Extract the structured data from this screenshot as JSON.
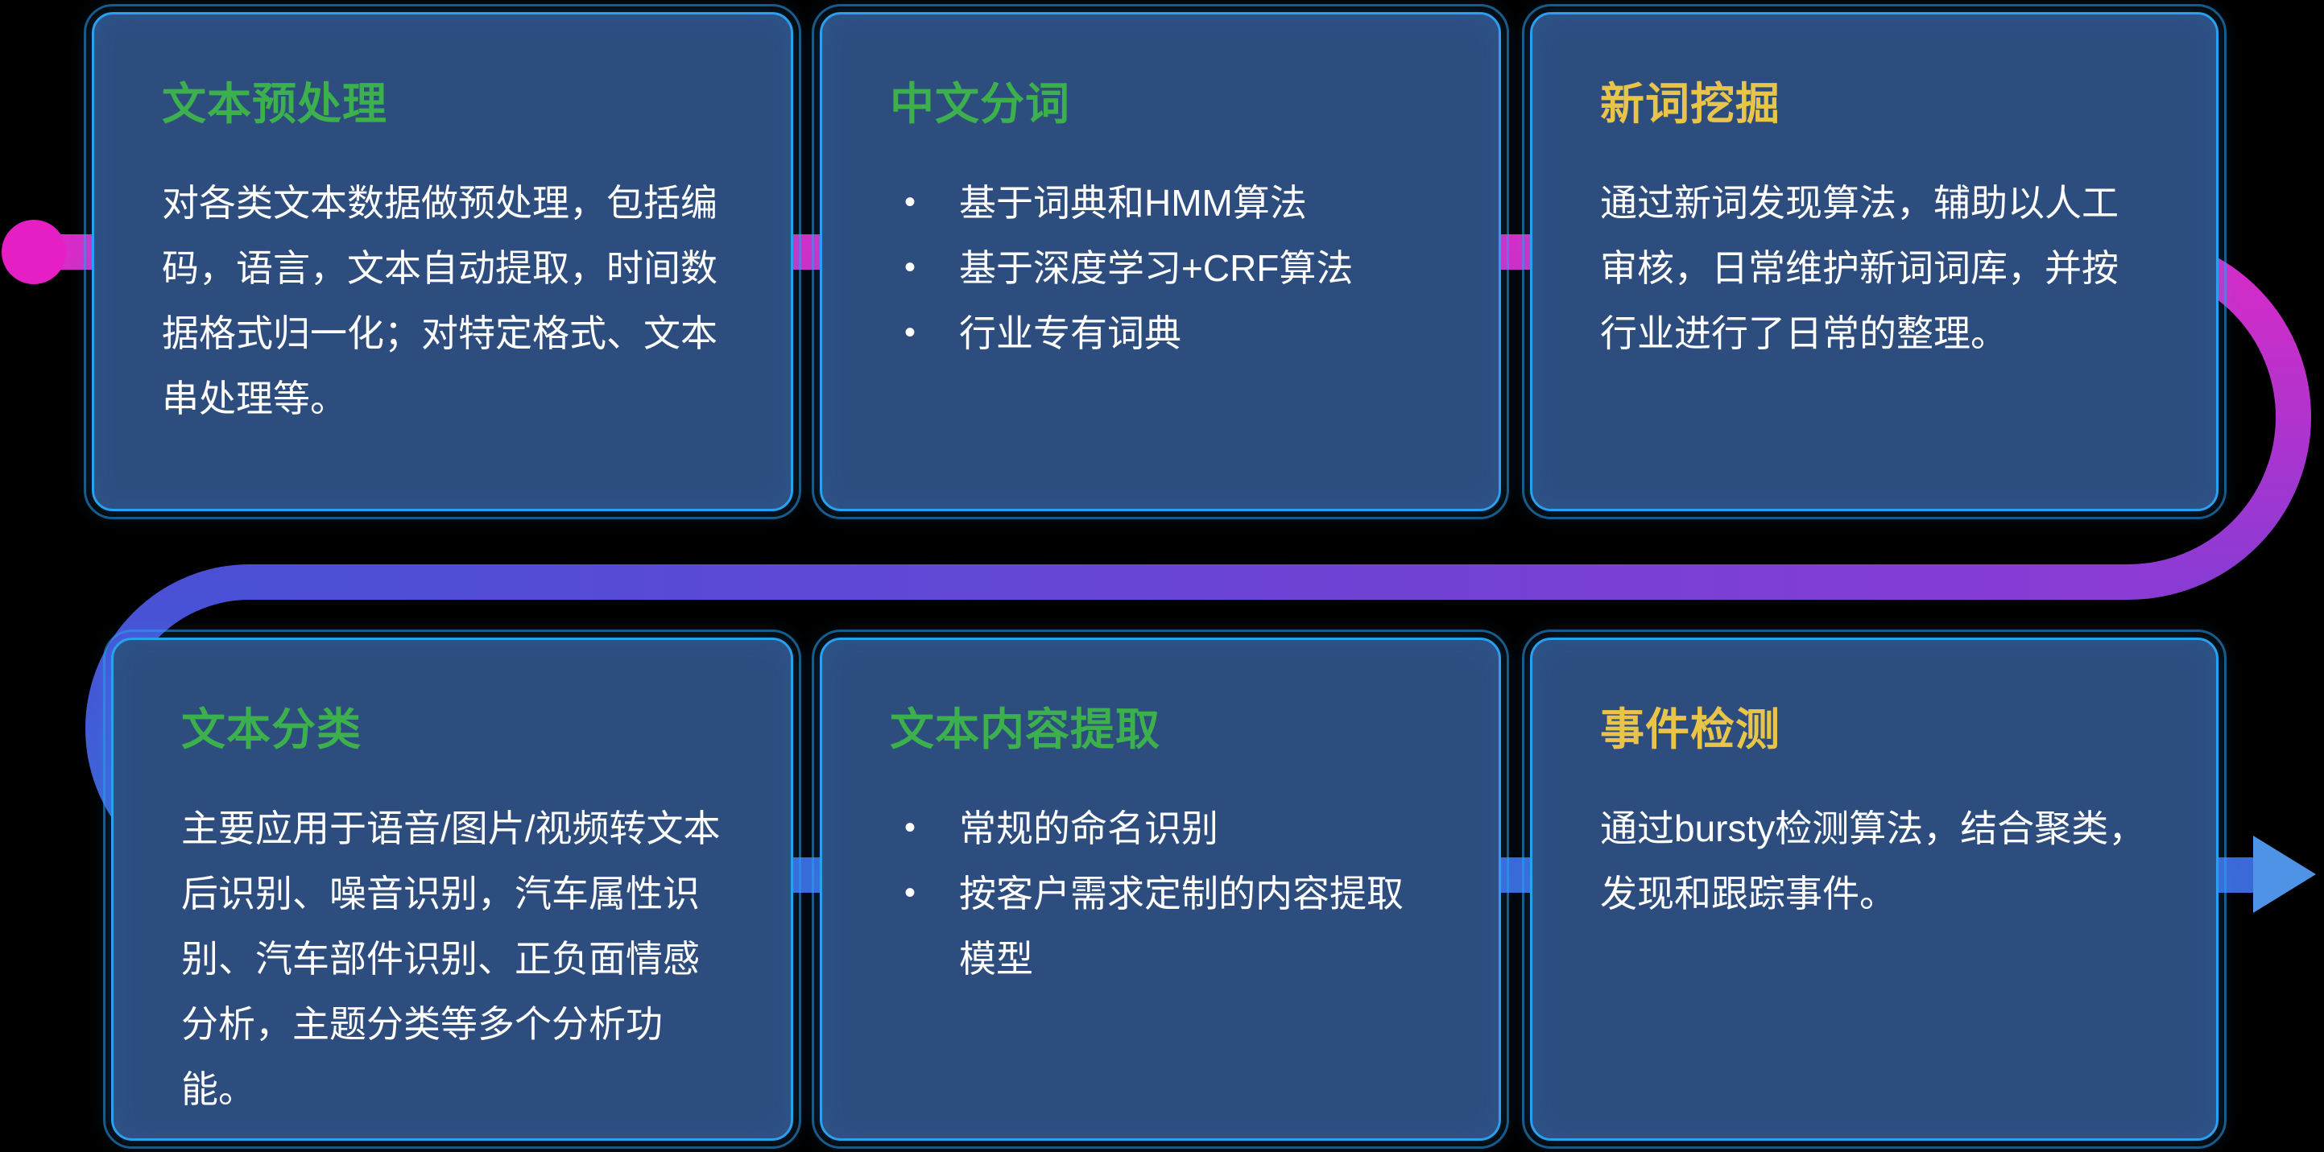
{
  "colors": {
    "bg": "#000000",
    "card_bg": "#2e4d7f",
    "card_border": "#2b9ff0",
    "title_green": "#3cb04c",
    "title_yellow": "#e8c548",
    "body_text": "#ffffff",
    "line_magenta": "#d92bc7",
    "line_purple": "#8a3bd4",
    "line_indigo": "#4a4fd6",
    "line_blue": "#3b6ad8",
    "arrow_blue": "#4f93e6",
    "start_dot": "#e51fc4"
  },
  "flow": {
    "start_marker": "dot",
    "end_marker": "arrow-right"
  },
  "cards": [
    {
      "title": "文本预处理",
      "title_color": "#3cb04c",
      "body": "对各类文本数据做预处理，包括编码，语言，文本自动提取，时间数据格式归一化；对特定格式、文本串处理等。",
      "bullets": []
    },
    {
      "title": "中文分词",
      "title_color": "#3cb04c",
      "body": "",
      "bullets": [
        "基于词典和HMM算法",
        "基于深度学习+CRF算法",
        "行业专有词典"
      ]
    },
    {
      "title": "新词挖掘",
      "title_color": "#e8c548",
      "body": "通过新词发现算法，辅助以人工审核，日常维护新词词库，并按行业进行了日常的整理。",
      "bullets": []
    },
    {
      "title": "文本分类",
      "title_color": "#3cb04c",
      "body": "主要应用于语音/图片/视频转文本后识别、噪音识别，汽车属性识别、汽车部件识别、正负面情感分析，主题分类等多个分析功能。",
      "bullets": []
    },
    {
      "title": "文本内容提取",
      "title_color": "#3cb04c",
      "body": "",
      "bullets": [
        "常规的命名识别",
        "按客户需求定制的内容提取模型"
      ]
    },
    {
      "title": "事件检测",
      "title_color": "#e8c548",
      "body": "通过bursty检测算法，结合聚类，发现和跟踪事件。",
      "bullets": []
    }
  ]
}
